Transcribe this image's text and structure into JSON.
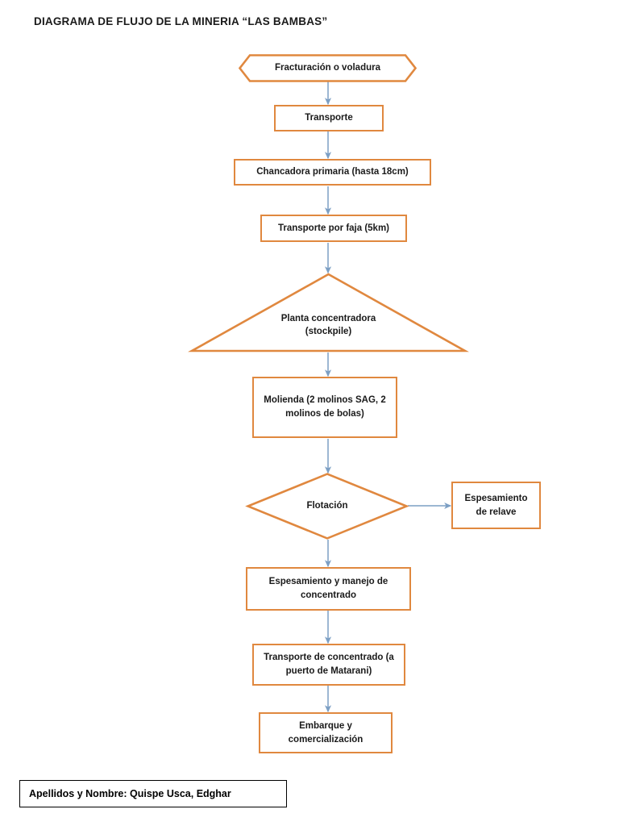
{
  "document": {
    "title": "DIAGRAMA DE FLUJO DE LA MINERIA “LAS BAMBAS”",
    "footer_label": "Apellidos y Nombre: Quispe Usca, Edghar"
  },
  "colors": {
    "shape_border": "#E0883F",
    "shape_fill": "#FFFFFF",
    "connector": "#7C9FC4",
    "text": "#1A1A1A",
    "footer_border": "#000000",
    "page_background": "#FFFFFF"
  },
  "flowchart": {
    "type": "process-flow-diagram",
    "orientation": "top-to-bottom",
    "nodes": [
      {
        "id": "n1",
        "shape": "hexagon",
        "label": "Fracturación o voladura"
      },
      {
        "id": "n2",
        "shape": "rectangle",
        "label": "Transporte"
      },
      {
        "id": "n3",
        "shape": "rectangle",
        "label": "Chancadora primaria (hasta 18cm)"
      },
      {
        "id": "n4",
        "shape": "rectangle",
        "label": "Transporte por faja (5km)"
      },
      {
        "id": "n5",
        "shape": "triangle",
        "label": "Planta concentradora\n(stockpile)"
      },
      {
        "id": "n6",
        "shape": "rectangle",
        "label": "Molienda (2 molinos SAG, 2\nmolinos de bolas)"
      },
      {
        "id": "n7",
        "shape": "diamond",
        "label": "Flotación"
      },
      {
        "id": "n8",
        "shape": "rectangle",
        "label": "Espesamiento\nde relave"
      },
      {
        "id": "n9",
        "shape": "rectangle",
        "label": "Espesamiento y manejo de\nconcentrado"
      },
      {
        "id": "n10",
        "shape": "rectangle",
        "label": "Transporte de concentrado (a\npuerto de Matarani)"
      },
      {
        "id": "n11",
        "shape": "rectangle",
        "label": "Embarque y\ncomercialización"
      }
    ],
    "edges": [
      {
        "from": "n1",
        "to": "n2",
        "direction": "down"
      },
      {
        "from": "n2",
        "to": "n3",
        "direction": "down"
      },
      {
        "from": "n3",
        "to": "n4",
        "direction": "down"
      },
      {
        "from": "n4",
        "to": "n5",
        "direction": "down"
      },
      {
        "from": "n5",
        "to": "n6",
        "direction": "down"
      },
      {
        "from": "n6",
        "to": "n7",
        "direction": "down"
      },
      {
        "from": "n7",
        "to": "n8",
        "direction": "right"
      },
      {
        "from": "n7",
        "to": "n9",
        "direction": "down"
      },
      {
        "from": "n9",
        "to": "n10",
        "direction": "down"
      },
      {
        "from": "n10",
        "to": "n11",
        "direction": "down"
      }
    ]
  }
}
